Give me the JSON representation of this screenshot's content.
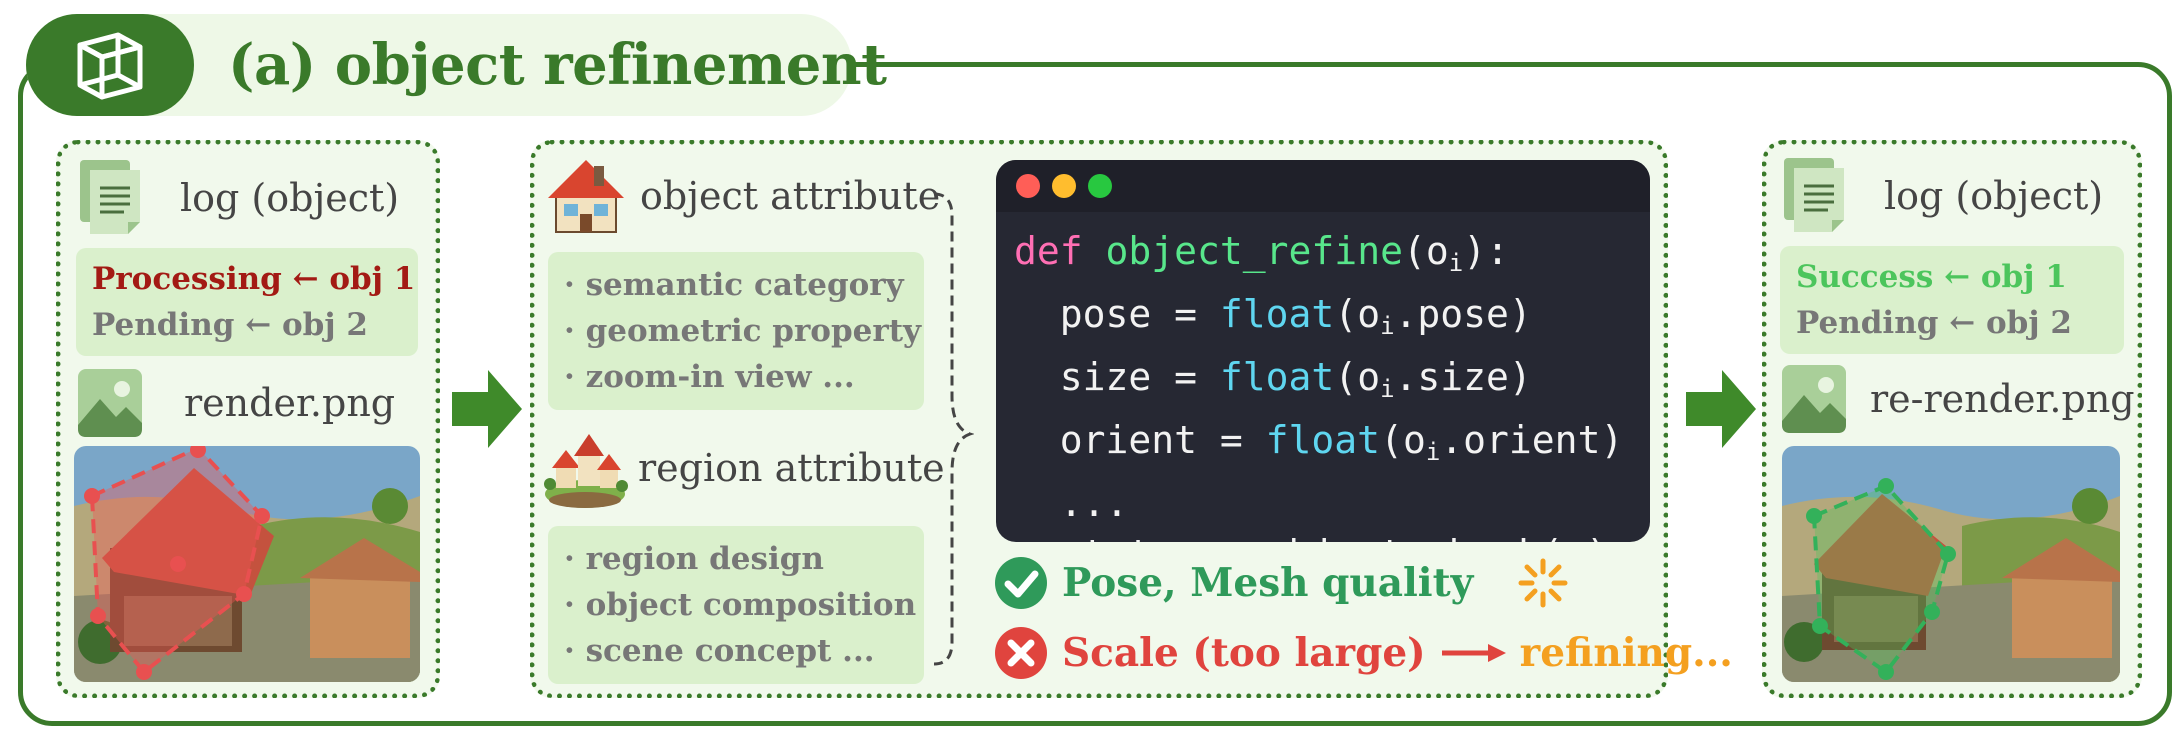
{
  "title": "(a) object refinement",
  "left_panel": {
    "log_label": "log (object)",
    "status": {
      "processing": "Processing ← obj 1",
      "pending": "Pending ← obj 2"
    },
    "image_label": "render.png"
  },
  "middle_panel": {
    "object_attribute": {
      "heading": "object attribute",
      "items": [
        "· semantic category",
        "· geometric property",
        "· zoom-in view ..."
      ]
    },
    "region_attribute": {
      "heading": "region attribute",
      "items": [
        "· region design",
        "· object composition",
        "· scene concept ..."
      ]
    },
    "code": {
      "kw_def": "def",
      "fn_name": "object_refine",
      "param": "o",
      "sub": "i",
      "float": "float",
      "line1_end": "):",
      "pose_pre": "  pose = ",
      "pose_post": ".pose)",
      "size_pre": "  size = ",
      "size_post": ".size)",
      "orient_pre": "  orient = ",
      "orient_post": ".orient)",
      "ellipsis": "  ...",
      "status_line": "  status = object_check(…)",
      "open_paren": "("
    },
    "checks": {
      "pass_text": "Pose, Mesh quality",
      "fail_text": "Scale (too large)",
      "refining_text": "refining..."
    }
  },
  "right_panel": {
    "log_label": "log (object)",
    "status": {
      "success": "Success ← obj 1",
      "pending": "Pending ← obj 2"
    },
    "image_label": "re-render.png"
  },
  "colors": {
    "primary_green": "#3a7a2a",
    "success_green": "#4cc55c",
    "processing_red": "#a31a14",
    "fail_red": "#e0443e",
    "refining_orange": "#f4a020",
    "code_bg": "#262833"
  }
}
